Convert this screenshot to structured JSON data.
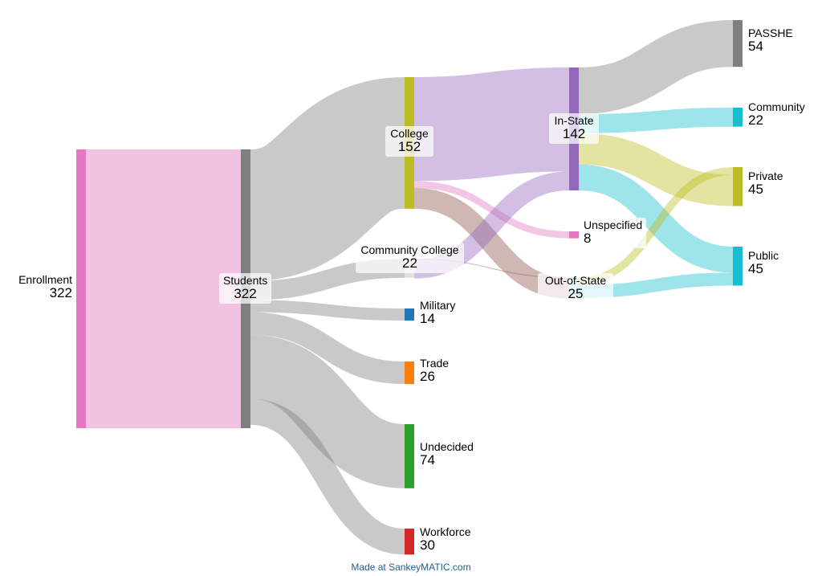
{
  "nodes": [
    {
      "id": "enrollment",
      "name": "Enrollment",
      "value": "322",
      "color": "#e377c2"
    },
    {
      "id": "students",
      "name": "Students",
      "value": "322",
      "color": "#7f7f7f"
    },
    {
      "id": "college",
      "name": "College",
      "value": "152",
      "color": "#bcbd22"
    },
    {
      "id": "community_college",
      "name": "Community College",
      "value": "22",
      "color": "#e0e0e0"
    },
    {
      "id": "military",
      "name": "Military",
      "value": "14",
      "color": "#1f77b4"
    },
    {
      "id": "trade",
      "name": "Trade",
      "value": "26",
      "color": "#ff7f0e"
    },
    {
      "id": "undecided",
      "name": "Undecided",
      "value": "74",
      "color": "#2ca02c"
    },
    {
      "id": "workforce",
      "name": "Workforce",
      "value": "30",
      "color": "#d62728"
    },
    {
      "id": "in_state",
      "name": "In-State",
      "value": "142",
      "color": "#9467bd"
    },
    {
      "id": "unspecified",
      "name": "Unspecified",
      "value": "8",
      "color": "#e377c2"
    },
    {
      "id": "out_of_state",
      "name": "Out-of-State",
      "value": "25",
      "color": "#a8e8f0"
    },
    {
      "id": "passhe",
      "name": "PASSHE",
      "value": "54",
      "color": "#7f7f7f"
    },
    {
      "id": "community",
      "name": "Community",
      "value": "22",
      "color": "#17becf"
    },
    {
      "id": "private",
      "name": "Private",
      "value": "45",
      "color": "#bcbd22"
    },
    {
      "id": "public",
      "name": "Public",
      "value": "45",
      "color": "#17becf"
    }
  ],
  "flows": [
    {
      "from": "Enrollment",
      "to": "Students",
      "value": 322,
      "color": "#e377c2"
    },
    {
      "from": "Students",
      "to": "College",
      "value": 152,
      "color": "#7f7f7f"
    },
    {
      "from": "Students",
      "to": "Community College",
      "value": 22,
      "color": "#7f7f7f"
    },
    {
      "from": "Students",
      "to": "Military",
      "value": 14,
      "color": "#7f7f7f"
    },
    {
      "from": "Students",
      "to": "Trade",
      "value": 26,
      "color": "#7f7f7f"
    },
    {
      "from": "Students",
      "to": "Undecided",
      "value": 74,
      "color": "#7f7f7f"
    },
    {
      "from": "Students",
      "to": "Workforce",
      "value": 30,
      "color": "#7f7f7f"
    },
    {
      "from": "College",
      "to": "In-State",
      "value": 120,
      "color": "#9467bd"
    },
    {
      "from": "College",
      "to": "Unspecified",
      "value": 8,
      "color": "#e377c2"
    },
    {
      "from": "College",
      "to": "Out-of-State",
      "value": 24,
      "color": "#8c564b"
    },
    {
      "from": "Community College",
      "to": "In-State",
      "value": 22,
      "color": "#9467bd"
    },
    {
      "from": "Community College",
      "to": "Out-of-State",
      "value": 1,
      "color": "#8c564b"
    },
    {
      "from": "In-State",
      "to": "PASSHE",
      "value": 54,
      "color": "#7f7f7f"
    },
    {
      "from": "In-State",
      "to": "Community",
      "value": 22,
      "color": "#17becf"
    },
    {
      "from": "In-State",
      "to": "Private",
      "value": 36,
      "color": "#bcbd22"
    },
    {
      "from": "In-State",
      "to": "Public",
      "value": 30,
      "color": "#17becf"
    },
    {
      "from": "Out-of-State",
      "to": "Private",
      "value": 9,
      "color": "#bcbd22"
    },
    {
      "from": "Out-of-State",
      "to": "Public",
      "value": 15,
      "color": "#17becf"
    }
  ],
  "footer": {
    "credit": "Made at SankeyMATIC.com"
  }
}
